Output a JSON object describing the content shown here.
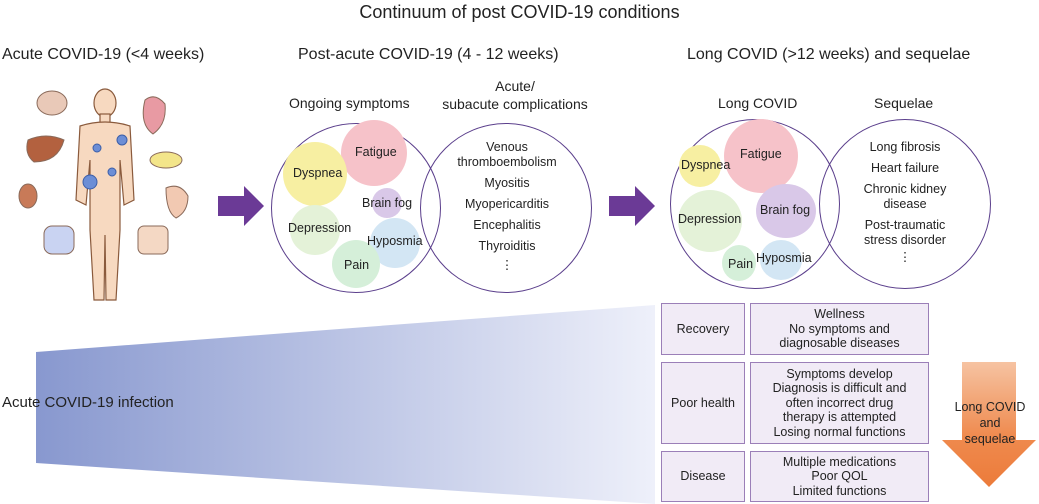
{
  "title": "Continuum of post COVID-19 conditions",
  "headers": {
    "acute": "Acute COVID-19 (<4 weeks)",
    "post_acute": "Post-acute COVID-19 (4 - 12 weeks)",
    "long": "Long COVID (>12 weeks) and sequelae"
  },
  "post_acute": {
    "ongoing_label": "Ongoing symptoms",
    "complications_label_1": "Acute/",
    "complications_label_2": "subacute complications",
    "symptoms": {
      "fatigue": "Fatigue",
      "dyspnea": "Dyspnea",
      "brain_fog": "Brain fog",
      "depression": "Depression",
      "hyposmia": "Hyposmia",
      "pain": "Pain"
    },
    "complications": [
      "Venous",
      "thromboembolism",
      "Myositis",
      "Myopericarditis",
      "Encephalitis",
      "Thyroiditis",
      "⋮"
    ]
  },
  "long_covid": {
    "long_label": "Long COVID",
    "sequelae_label": "Sequelae",
    "symptoms": {
      "fatigue": "Fatigue",
      "dyspnea": "Dyspnea",
      "brain_fog": "Brain fog",
      "depression": "Depression",
      "hyposmia": "Hyposmia",
      "pain": "Pain"
    },
    "sequelae": [
      "Long fibrosis",
      "Heart failure",
      "Chronic kidney",
      "disease",
      "Post-traumatic",
      "stress disorder",
      "⋮"
    ]
  },
  "infection_label": "Acute COVID-19 infection",
  "outcomes": [
    {
      "name": "Recovery",
      "lines": [
        "Wellness",
        "No symptoms and",
        "diagnosable diseases"
      ]
    },
    {
      "name": "Poor health",
      "lines": [
        "Symptoms develop",
        "Diagnosis is difficult and",
        "often incorrect drug",
        "therapy is attempted",
        "Losing normal functions"
      ]
    },
    {
      "name": "Disease",
      "lines": [
        "Multiple medications",
        "Poor QOL",
        "Limited functions"
      ]
    }
  ],
  "arrow_label": [
    "Long COVID",
    "and",
    "sequelae"
  ],
  "colors": {
    "purple_arrow": "#6b3a96",
    "circle_border": "#5b3f8c",
    "fatigue": "#f6c2c9",
    "dyspnea": "#f7efa2",
    "brain_fog": "#d9c8e8",
    "depression": "#e4f2d8",
    "hyposmia": "#d3e6f4",
    "pain": "#d5efd9",
    "orange_arrow": "#ef8a4e",
    "box_fill": "#f1ebf6",
    "gradient_dark": "#8898cf",
    "gradient_light": "#eef0fa"
  }
}
